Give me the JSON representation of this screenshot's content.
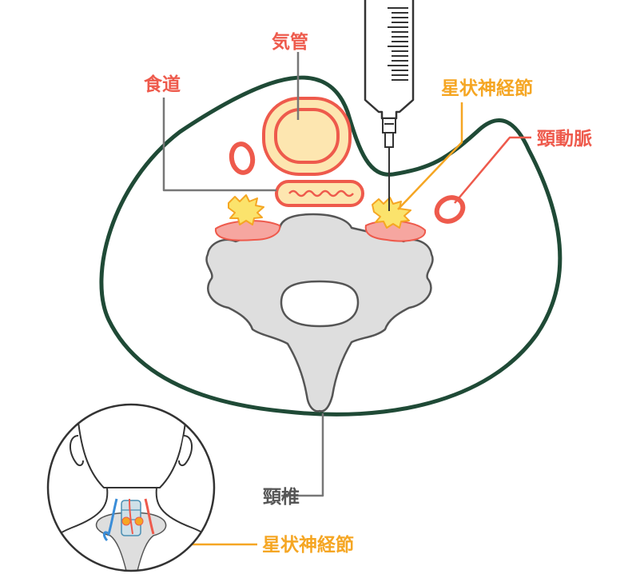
{
  "labels": {
    "trachea": "気管",
    "esophagus": "食道",
    "stellate_ganglion": "星状神経節",
    "carotid_artery": "頸動脈",
    "cervical_vertebra": "頸椎",
    "inset_stellate_ganglion": "星状神経節"
  },
  "colors": {
    "outline": "#1f4a36",
    "orange": "#f5a623",
    "red": "#ee5a4c",
    "leader_gray": "#777777",
    "trachea_fill": "#fde6b0",
    "bone": "#dedede",
    "muscle": "#f6a6a0",
    "ganglion": "#fbe36c",
    "inset_artery": "#3a8dd8"
  },
  "icons": [
    "syringe-icon",
    "neck-silhouette-icon"
  ]
}
